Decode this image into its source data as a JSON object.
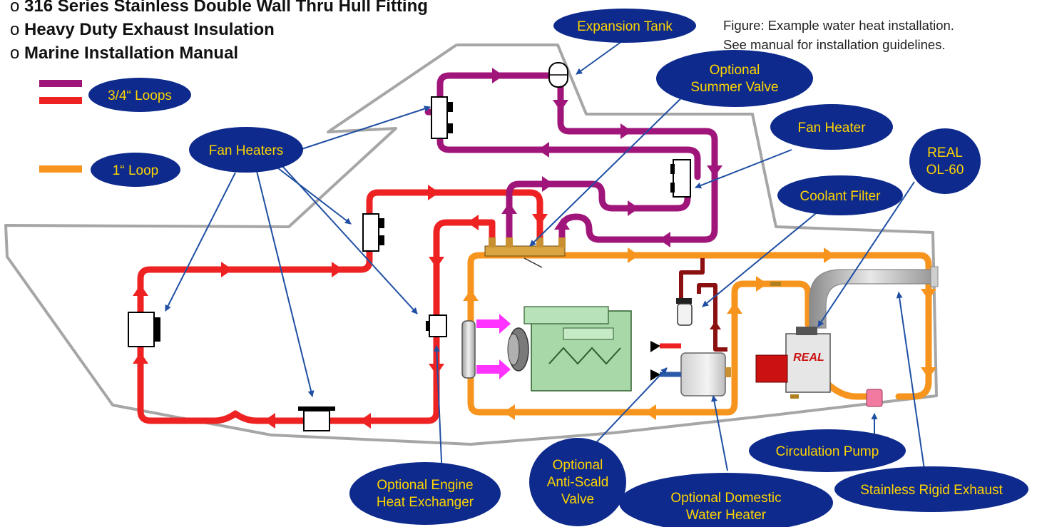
{
  "bullets": [
    {
      "marker": "o",
      "text": "316 Series Stainless Double Wall Thru Hull Fitting"
    },
    {
      "marker": "o",
      "text": "Heavy Duty Exhaust Insulation"
    },
    {
      "marker": "o",
      "text": "Marine Installation Manual"
    }
  ],
  "caption": {
    "line1": "Figure: Example water heat installation.",
    "line2": "See manual for installation guidelines."
  },
  "legend": {
    "three_quarter": "3/4“ Loops",
    "one_inch": "1“ Loop"
  },
  "labels": {
    "expansion_tank": "Expansion Tank",
    "summer_valve_1": "Optional",
    "summer_valve_2": "Summer Valve",
    "fan_heaters": "Fan Heaters",
    "fan_heater": "Fan Heater",
    "coolant_filter": "Coolant Filter",
    "real_ol60_1": "REAL",
    "real_ol60_2": "OL-60",
    "engine_hx_1": "Optional Engine",
    "engine_hx_2": "Heat Exchanger",
    "anti_scald_1": "Optional",
    "anti_scald_2": "Anti-Scald",
    "anti_scald_3": "Valve",
    "domestic_1": "Optional Domestic",
    "domestic_2": "Water Heater",
    "circulation_pump": "Circulation Pump",
    "rigid_exhaust": "Stainless Rigid Exhaust"
  },
  "heater_logo": "REAL",
  "colors": {
    "three_quarter_red": "#ee2222",
    "three_quarter_purple": "#a0157a",
    "one_inch_orange": "#f7941d",
    "bubble_fill": "#0d2a8c",
    "bubble_text": "#ffd400",
    "leader_line": "#1f4fa3",
    "hull": "#a6a6a6",
    "engine": "#a8d8a8"
  }
}
